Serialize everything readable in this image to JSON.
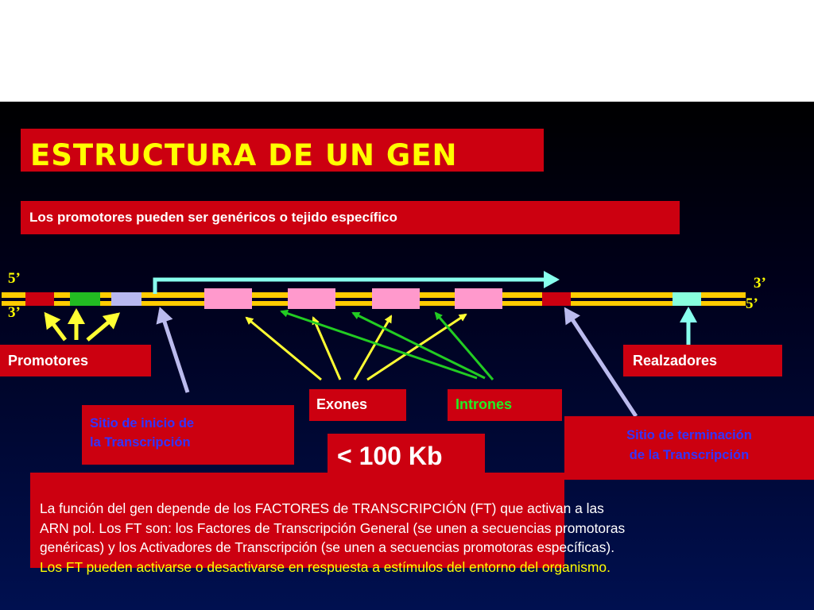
{
  "title": "ESTRUCTURA DE UN GEN",
  "subtitle": "Los promotores pueden ser genéricos o tejido específico",
  "strand_ends": {
    "top_left": "5’",
    "bottom_left": "3’",
    "top_right": "3’",
    "bottom_right": "5’"
  },
  "labels": {
    "promotores": "Promotores",
    "realzadores": "Realzadores",
    "exones": "Exones",
    "intrones": "Intrones",
    "inicio_line1": "Sitio de inicio de",
    "inicio_line2": "la Transcripción",
    "terminacion_line1": "Sitio de terminación",
    "terminacion_line2": "de la Transcripción",
    "size": "< 100 Kb"
  },
  "body": {
    "line1": "La función del gen depende de los FACTORES  de TRANSCRIPCIÓN (FT) que activan a las",
    "line2": "ARN pol. Los FT son: los Factores de Transcripción General (se unen a secuencias promotoras",
    "line3": "genéricas) y los Activadores de Transcripción (se unen a secuencias promotoras específicas).",
    "line4": "Los FT pueden activarse o desactivarse en respuesta a estímulos del entorno del organismo."
  },
  "colors": {
    "red_box": "#cc0010",
    "title_text": "#ffff00",
    "strand": "#ffcc00",
    "exon": "#ff99cc",
    "promoter_green": "#22bb22",
    "promoter_lavender": "#b8b8f0",
    "enhancer_cyan": "#88ffdd",
    "start_arrow": "#88ffee",
    "exon_arrow": "#ffff33",
    "intron_arrow": "#22cc22",
    "site_arrow": "#bbbbee"
  }
}
